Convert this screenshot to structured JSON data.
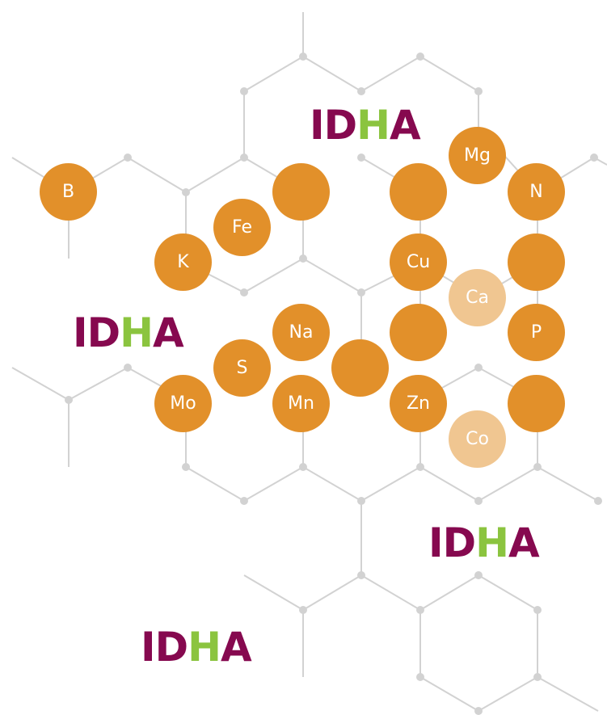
{
  "colors": {
    "orange": "#e2902a",
    "pale_orange": "#f0c691",
    "lattice": "#d2d2d2",
    "brand_purple": "#86094f",
    "brand_green": "#8bc43f"
  },
  "logo": {
    "letters": [
      {
        "text": "I",
        "color": "#86094f"
      },
      {
        "text": "D",
        "color": "#86094f"
      },
      {
        "text": "H",
        "color": "#8bc43f"
      },
      {
        "text": "A",
        "color": "#86094f"
      }
    ]
  },
  "elements": {
    "b": {
      "symbol": "B",
      "style": "orange"
    },
    "fe": {
      "symbol": "Fe",
      "style": "orange"
    },
    "k": {
      "symbol": "K",
      "style": "orange"
    },
    "mg": {
      "symbol": "Mg",
      "style": "orange"
    },
    "n": {
      "symbol": "N",
      "style": "orange"
    },
    "cu": {
      "symbol": "Cu",
      "style": "orange"
    },
    "ca": {
      "symbol": "Ca",
      "style": "pale"
    },
    "p": {
      "symbol": "P",
      "style": "orange"
    },
    "na": {
      "symbol": "Na",
      "style": "orange"
    },
    "s": {
      "symbol": "S",
      "style": "orange"
    },
    "mo": {
      "symbol": "Mo",
      "style": "orange"
    },
    "mn": {
      "symbol": "Mn",
      "style": "orange"
    },
    "zn": {
      "symbol": "Zn",
      "style": "orange"
    },
    "co": {
      "symbol": "Co",
      "style": "pale"
    }
  },
  "unlabeled_atoms": [
    {
      "style": "orange"
    },
    {
      "style": "orange"
    },
    {
      "style": "orange"
    },
    {
      "style": "orange"
    },
    {
      "style": "orange"
    },
    {
      "style": "orange"
    }
  ]
}
